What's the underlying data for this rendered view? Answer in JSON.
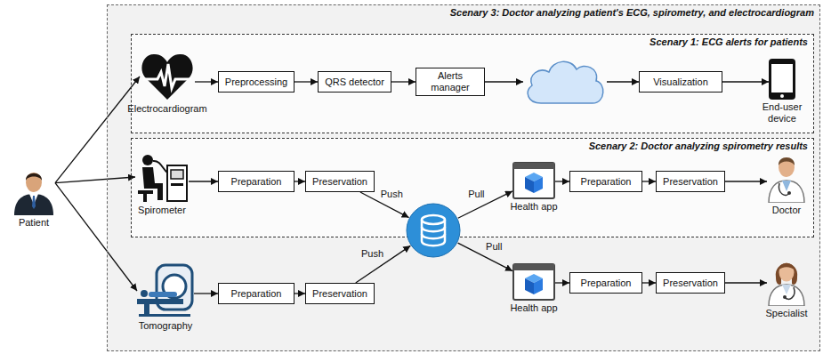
{
  "diagram": {
    "nodes": [
      {
        "text": [
          "Patient"
        ]
      },
      {
        "text": [
          "Scenary 3: Doctor analyzing patient's ECG, spirometry, and electrocardiogram"
        ]
      },
      {
        "text": [
          "Scenary 1: ECG alerts for patients"
        ],
        "in": 1
      },
      {
        "text": [
          "Electrocardiogram"
        ],
        "in": 2
      },
      {
        "text": [
          "Preprocessing"
        ],
        "in": 2
      },
      {
        "text": [
          "QRS detector"
        ],
        "in": 2
      },
      {
        "text": [
          "Alerts manager"
        ],
        "in": 2
      },
      {
        "text": [],
        "in": 2
      },
      {
        "text": [
          "Visualization"
        ],
        "in": 2
      },
      {
        "text": [
          "End-user device"
        ],
        "in": 2
      },
      {
        "text": [
          "Scenary 2: Doctor analyzing spirometry results"
        ],
        "in": 1
      },
      {
        "text": [
          "Spirometer"
        ],
        "in": 10
      },
      {
        "text": [
          "Preparation"
        ],
        "in": 10
      },
      {
        "text": [
          "Preservation"
        ],
        "in": 10
      },
      {
        "text": [],
        "in": 1
      },
      {
        "text": [
          "Health app"
        ],
        "in": 10
      },
      {
        "text": [
          "Preparation"
        ],
        "in": 10
      },
      {
        "text": [
          "Preservation"
        ],
        "in": 10
      },
      {
        "text": [
          "Doctor"
        ],
        "in": 10
      },
      {
        "text": [
          "Tomography"
        ],
        "in": 1
      },
      {
        "text": [
          "Preparation"
        ],
        "in": 1
      },
      {
        "text": [
          "Preservation"
        ],
        "in": 1
      },
      {
        "text": [
          "Health app"
        ],
        "in": 1
      },
      {
        "text": [
          "Preparation"
        ],
        "in": 1
      },
      {
        "text": [
          "Preservation"
        ],
        "in": 1
      },
      {
        "text": [
          "Specialist"
        ],
        "in": 1
      }
    ],
    "edges": [
      {
        "from": 0,
        "to": 3,
        "arrow": "to"
      },
      {
        "from": 0,
        "to": 11,
        "arrow": "to"
      },
      {
        "from": 0,
        "to": 19,
        "arrow": "to"
      },
      {
        "from": 3,
        "to": 4,
        "arrow": "to"
      },
      {
        "from": 4,
        "to": 5,
        "arrow": "to"
      },
      {
        "from": 5,
        "to": 6,
        "arrow": "to"
      },
      {
        "from": 6,
        "to": 7,
        "arrow": "to"
      },
      {
        "from": 7,
        "to": 8,
        "arrow": "to"
      },
      {
        "from": 8,
        "to": 9,
        "arrow": "to"
      },
      {
        "from": 11,
        "to": 12,
        "arrow": "to"
      },
      {
        "from": 12,
        "to": 13,
        "arrow": "to"
      },
      {
        "from": 13,
        "to": 14,
        "label": "Push",
        "arrow": "to"
      },
      {
        "from": 14,
        "to": 15,
        "label": "Pull",
        "arrow": "to"
      },
      {
        "from": 15,
        "to": 16,
        "arrow": "to"
      },
      {
        "from": 16,
        "to": 17,
        "arrow": "to"
      },
      {
        "from": 17,
        "to": 18,
        "arrow": "to"
      },
      {
        "from": 19,
        "to": 20,
        "arrow": "to"
      },
      {
        "from": 20,
        "to": 21,
        "arrow": "to"
      },
      {
        "from": 21,
        "to": 14,
        "label": "Push",
        "arrow": "to"
      },
      {
        "from": 14,
        "to": 22,
        "label": "Pull",
        "arrow": "to"
      },
      {
        "from": 22,
        "to": 23,
        "arrow": "to"
      },
      {
        "from": 23,
        "to": 24,
        "arrow": "to"
      },
      {
        "from": 24,
        "to": 25,
        "arrow": "to"
      }
    ]
  }
}
